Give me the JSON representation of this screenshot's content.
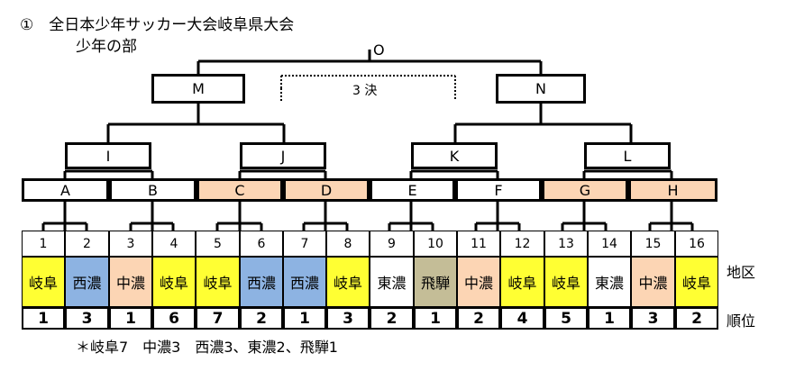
{
  "title": "①　全日本少年サッカー大会岐阜県大会",
  "subtitle": "少年の部",
  "final_label": "O",
  "third_place_label": "3 決",
  "semis": [
    "M",
    "N"
  ],
  "quarters": [
    "I",
    "J",
    "K",
    "L"
  ],
  "round16": [
    "A",
    "B",
    "C",
    "D",
    "E",
    "F",
    "G",
    "H"
  ],
  "teams": [
    {
      "num": "1",
      "region": "岐阜",
      "rank": "1"
    },
    {
      "num": "2",
      "region": "西濃",
      "rank": "3"
    },
    {
      "num": "3",
      "region": "中濃",
      "rank": "1"
    },
    {
      "num": "4",
      "region": "岐阜",
      "rank": "6"
    },
    {
      "num": "5",
      "region": "岐阜",
      "rank": "7"
    },
    {
      "num": "6",
      "region": "西濃",
      "rank": "2"
    },
    {
      "num": "7",
      "region": "西濃",
      "rank": "1"
    },
    {
      "num": "8",
      "region": "岐阜",
      "rank": "3"
    },
    {
      "num": "9",
      "region": "東濃",
      "rank": "2"
    },
    {
      "num": "10",
      "region": "飛騨",
      "rank": "1"
    },
    {
      "num": "11",
      "region": "中濃",
      "rank": "2"
    },
    {
      "num": "12",
      "region": "岐阜",
      "rank": "4"
    },
    {
      "num": "13",
      "region": "岐阜",
      "rank": "5"
    },
    {
      "num": "14",
      "region": "東濃",
      "rank": "1"
    },
    {
      "num": "15",
      "region": "中濃",
      "rank": "3"
    },
    {
      "num": "16",
      "region": "岐阜",
      "rank": "2"
    }
  ],
  "row_labels": {
    "region": "地区",
    "rank": "順位"
  },
  "footnote": "＊岐阜7　中濃3　西濃3、東濃2、飛騨1",
  "colors": {
    "岐阜": "#ffff33",
    "西濃": "#8db3e2",
    "中濃": "#fcd5b4",
    "東濃": "#ffffff",
    "飛騨": "#c4bd97",
    "highlight": "#fcd5b4"
  }
}
